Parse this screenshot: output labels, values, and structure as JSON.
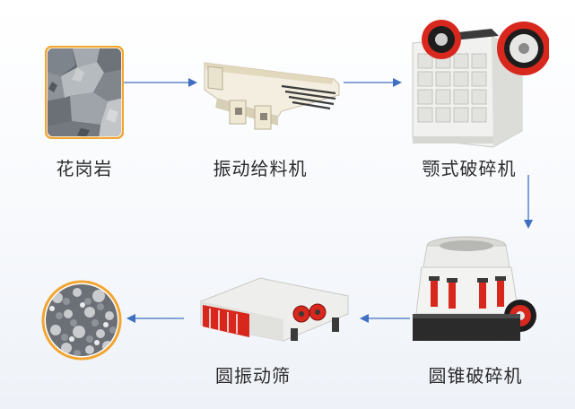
{
  "stages": {
    "granite": {
      "label": "花岗岩"
    },
    "vibrating_feeder": {
      "label": "振动给料机"
    },
    "jaw_crusher": {
      "label": "颚式破碎机"
    },
    "cone_crusher": {
      "label": "圆锥破碎机"
    },
    "vibrating_screen": {
      "label": "圆振动筛"
    },
    "product": {
      "label": ""
    }
  },
  "colors": {
    "arrow": "#3f6fc0",
    "accent_orange": "#f2a531",
    "machine_white": "#f1f1ef",
    "machine_red": "#d8271c",
    "machine_dark": "#3a3a3a"
  }
}
